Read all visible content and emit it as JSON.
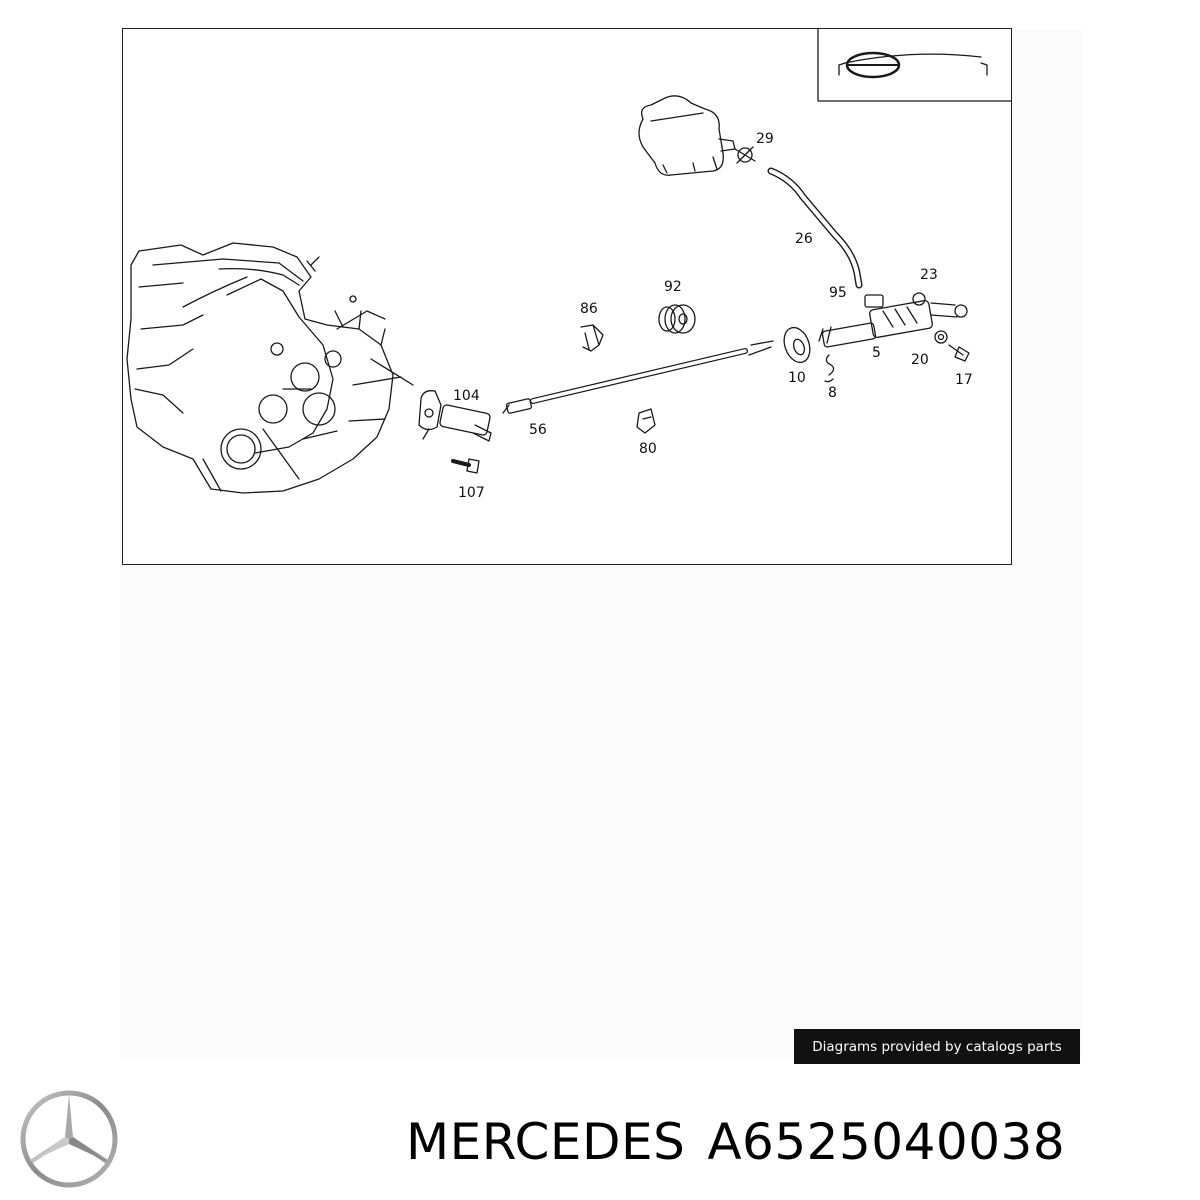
{
  "diagram": {
    "callouts": [
      {
        "id": "29",
        "label": "29"
      },
      {
        "id": "26",
        "label": "26"
      },
      {
        "id": "23",
        "label": "23"
      },
      {
        "id": "95",
        "label": "95"
      },
      {
        "id": "92",
        "label": "92"
      },
      {
        "id": "86",
        "label": "86"
      },
      {
        "id": "5",
        "label": "5"
      },
      {
        "id": "10",
        "label": "10"
      },
      {
        "id": "20",
        "label": "20"
      },
      {
        "id": "17",
        "label": "17"
      },
      {
        "id": "8",
        "label": "8"
      },
      {
        "id": "104",
        "label": "104"
      },
      {
        "id": "56",
        "label": "56"
      },
      {
        "id": "80",
        "label": "80"
      },
      {
        "id": "107",
        "label": "107"
      }
    ]
  },
  "credit": "Diagrams provided by catalogs parts",
  "brand": {
    "logo_icon": "mercedes-star-icon",
    "name": "MERCEDES"
  },
  "part_number": "A6525040038",
  "colors": {
    "ink": "#111111",
    "banner_bg": "#111111",
    "banner_text": "#ffffff",
    "logo": "#9a9a9a"
  }
}
